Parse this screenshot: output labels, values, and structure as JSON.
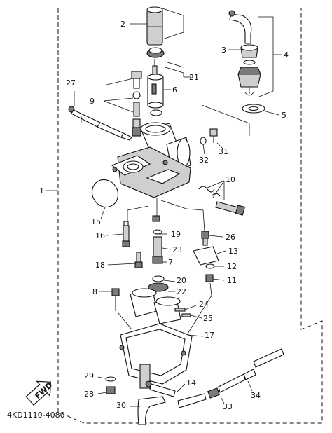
{
  "diagram": {
    "part_numbers": [
      "1",
      "2",
      "3",
      "4",
      "5",
      "6",
      "7",
      "8",
      "9",
      "10",
      "11",
      "12",
      "13",
      "14",
      "15",
      "16",
      "17",
      "18",
      "19",
      "20",
      "21",
      "22",
      "23",
      "24",
      "25",
      "26",
      "27",
      "28",
      "29",
      "30",
      "31",
      "32",
      "33",
      "34"
    ],
    "drawing_code": "4KD1110-4080",
    "fwd_label": "FWD"
  }
}
